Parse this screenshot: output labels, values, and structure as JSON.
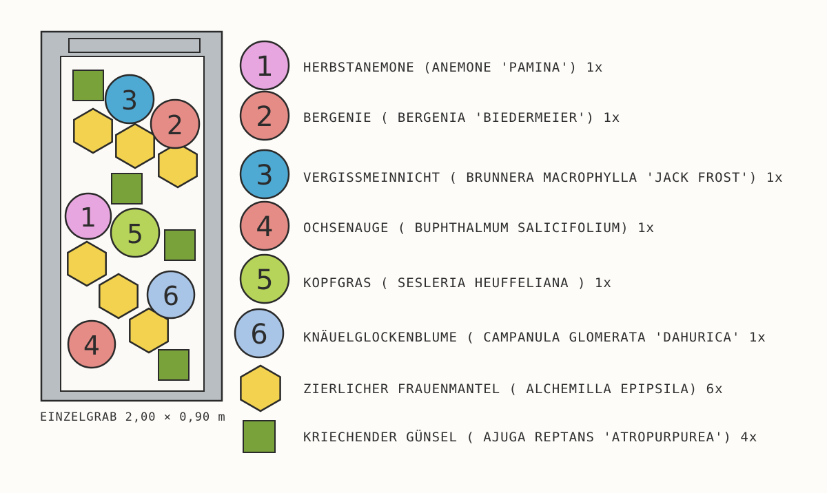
{
  "colors": {
    "pink": "#e7a6df",
    "red": "#e58c86",
    "blue": "#4ea9d3",
    "lime": "#b6d45a",
    "lightblue": "#a8c4e6",
    "yellow": "#f2d24e",
    "green": "#79a23b",
    "frame": "#b9bec2",
    "outline": "#2a2a2a"
  },
  "plan": {
    "caption": "EINZELGRAB 2,00 × 0,90 m",
    "plants": [
      {
        "shape": "circle",
        "number": "1",
        "color": "pink"
      },
      {
        "shape": "circle",
        "number": "2",
        "color": "red"
      },
      {
        "shape": "circle",
        "number": "3",
        "color": "blue"
      },
      {
        "shape": "circle",
        "number": "4",
        "color": "red"
      },
      {
        "shape": "circle",
        "number": "5",
        "color": "lime"
      },
      {
        "shape": "circle",
        "number": "6",
        "color": "lightblue"
      },
      {
        "shape": "hexagon",
        "color": "yellow"
      },
      {
        "shape": "hexagon",
        "color": "yellow"
      },
      {
        "shape": "hexagon",
        "color": "yellow"
      },
      {
        "shape": "hexagon",
        "color": "yellow"
      },
      {
        "shape": "hexagon",
        "color": "yellow"
      },
      {
        "shape": "hexagon",
        "color": "yellow"
      },
      {
        "shape": "square",
        "color": "green"
      },
      {
        "shape": "square",
        "color": "green"
      },
      {
        "shape": "square",
        "color": "green"
      },
      {
        "shape": "square",
        "color": "green"
      }
    ]
  },
  "legend": [
    {
      "symbol": "circle",
      "number": "1",
      "color": "pink",
      "text": "HERBSTANEMONE (ANEMONE 'PAMINA') 1x"
    },
    {
      "symbol": "circle",
      "number": "2",
      "color": "red",
      "text": "BERGENIE ( BERGENIA 'BIEDERMEIER') 1x"
    },
    {
      "symbol": "circle",
      "number": "3",
      "color": "blue",
      "text": "VERGISSMEINNICHT ( BRUNNERA MACROPHYLLA 'JACK FROST') 1x"
    },
    {
      "symbol": "circle",
      "number": "4",
      "color": "red",
      "text": "OCHSENAUGE ( BUPHTHALMUM SALICIFOLIUM) 1x"
    },
    {
      "symbol": "circle",
      "number": "5",
      "color": "lime",
      "text": "KOPFGRAS ( SESLERIA HEUFFELIANA ) 1x"
    },
    {
      "symbol": "circle",
      "number": "6",
      "color": "lightblue",
      "text": "KNÄUELGLOCKENBLUME ( CAMPANULA GLOMERATA 'DAHURICA' 1x"
    },
    {
      "symbol": "hexagon",
      "color": "yellow",
      "text": "ZIERLICHER FRAUENMANTEL ( ALCHEMILLA EPIPSILA) 6x"
    },
    {
      "symbol": "square",
      "color": "green",
      "text": "KRIECHENDER GÜNSEL ( AJUGA REPTANS 'ATROPURPUREA') 4x"
    }
  ]
}
